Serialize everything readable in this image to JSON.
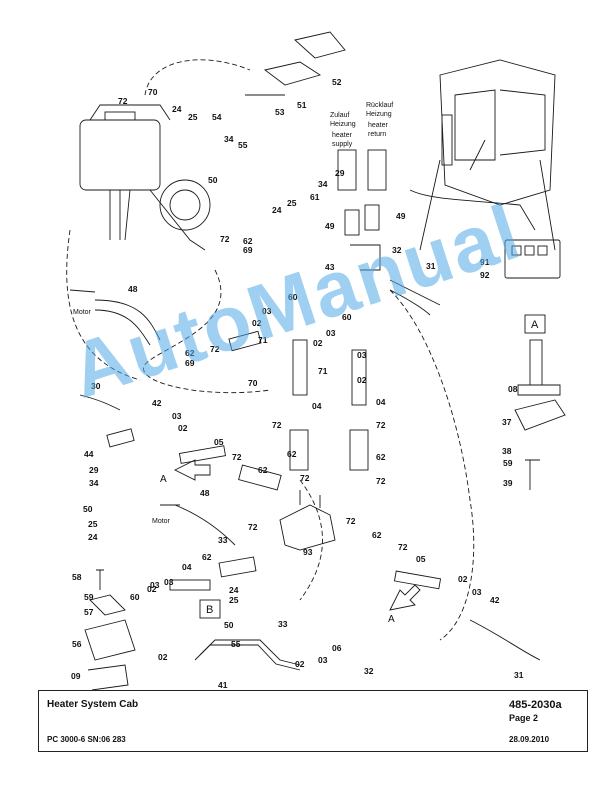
{
  "title_block": {
    "title": "Heater System Cab",
    "number": "485-2030a",
    "page": "Page 2",
    "model": "PC 3000-6 SN:06 283",
    "date": "28.09.2010"
  },
  "watermark": "AutoManual",
  "annotations": {
    "supply_de_1": "Zulauf",
    "supply_de_2": "Heizung",
    "supply_en_1": "heater",
    "supply_en_2": "supply",
    "return_de_1": "Rücklauf",
    "return_de_2": "Heizung",
    "return_en_1": "heater",
    "return_en_2": "return",
    "motor_top": "Motor",
    "motor_mid": "Motor",
    "box_a": "A",
    "box_b": "B",
    "view_a_left": "A",
    "view_a_right": "A"
  },
  "callouts": [
    "70",
    "72",
    "24",
    "25",
    "54",
    "34",
    "55",
    "50",
    "53",
    "51",
    "52",
    "61",
    "34",
    "29",
    "24",
    "25",
    "72",
    "62",
    "69",
    "48",
    "60",
    "03",
    "02",
    "71",
    "72",
    "62",
    "69",
    "70",
    "03",
    "02",
    "60",
    "03",
    "02",
    "71",
    "04",
    "04",
    "72",
    "72",
    "62",
    "62",
    "72",
    "72",
    "05",
    "30",
    "42",
    "03",
    "02",
    "44",
    "29",
    "34",
    "50",
    "25",
    "24",
    "72",
    "62",
    "48",
    "33",
    "72",
    "62",
    "93",
    "72",
    "62",
    "72",
    "05",
    "04",
    "03",
    "02",
    "58",
    "59",
    "57",
    "56",
    "60",
    "03",
    "02",
    "09",
    "24",
    "25",
    "50",
    "55",
    "41",
    "33",
    "02",
    "03",
    "06",
    "32",
    "02",
    "03",
    "42",
    "31",
    "49",
    "49",
    "43",
    "32",
    "31",
    "91",
    "92",
    "08",
    "37",
    "38",
    "59",
    "39"
  ],
  "colors": {
    "line": "#1a1a1a",
    "watermark": "#50aae6"
  }
}
